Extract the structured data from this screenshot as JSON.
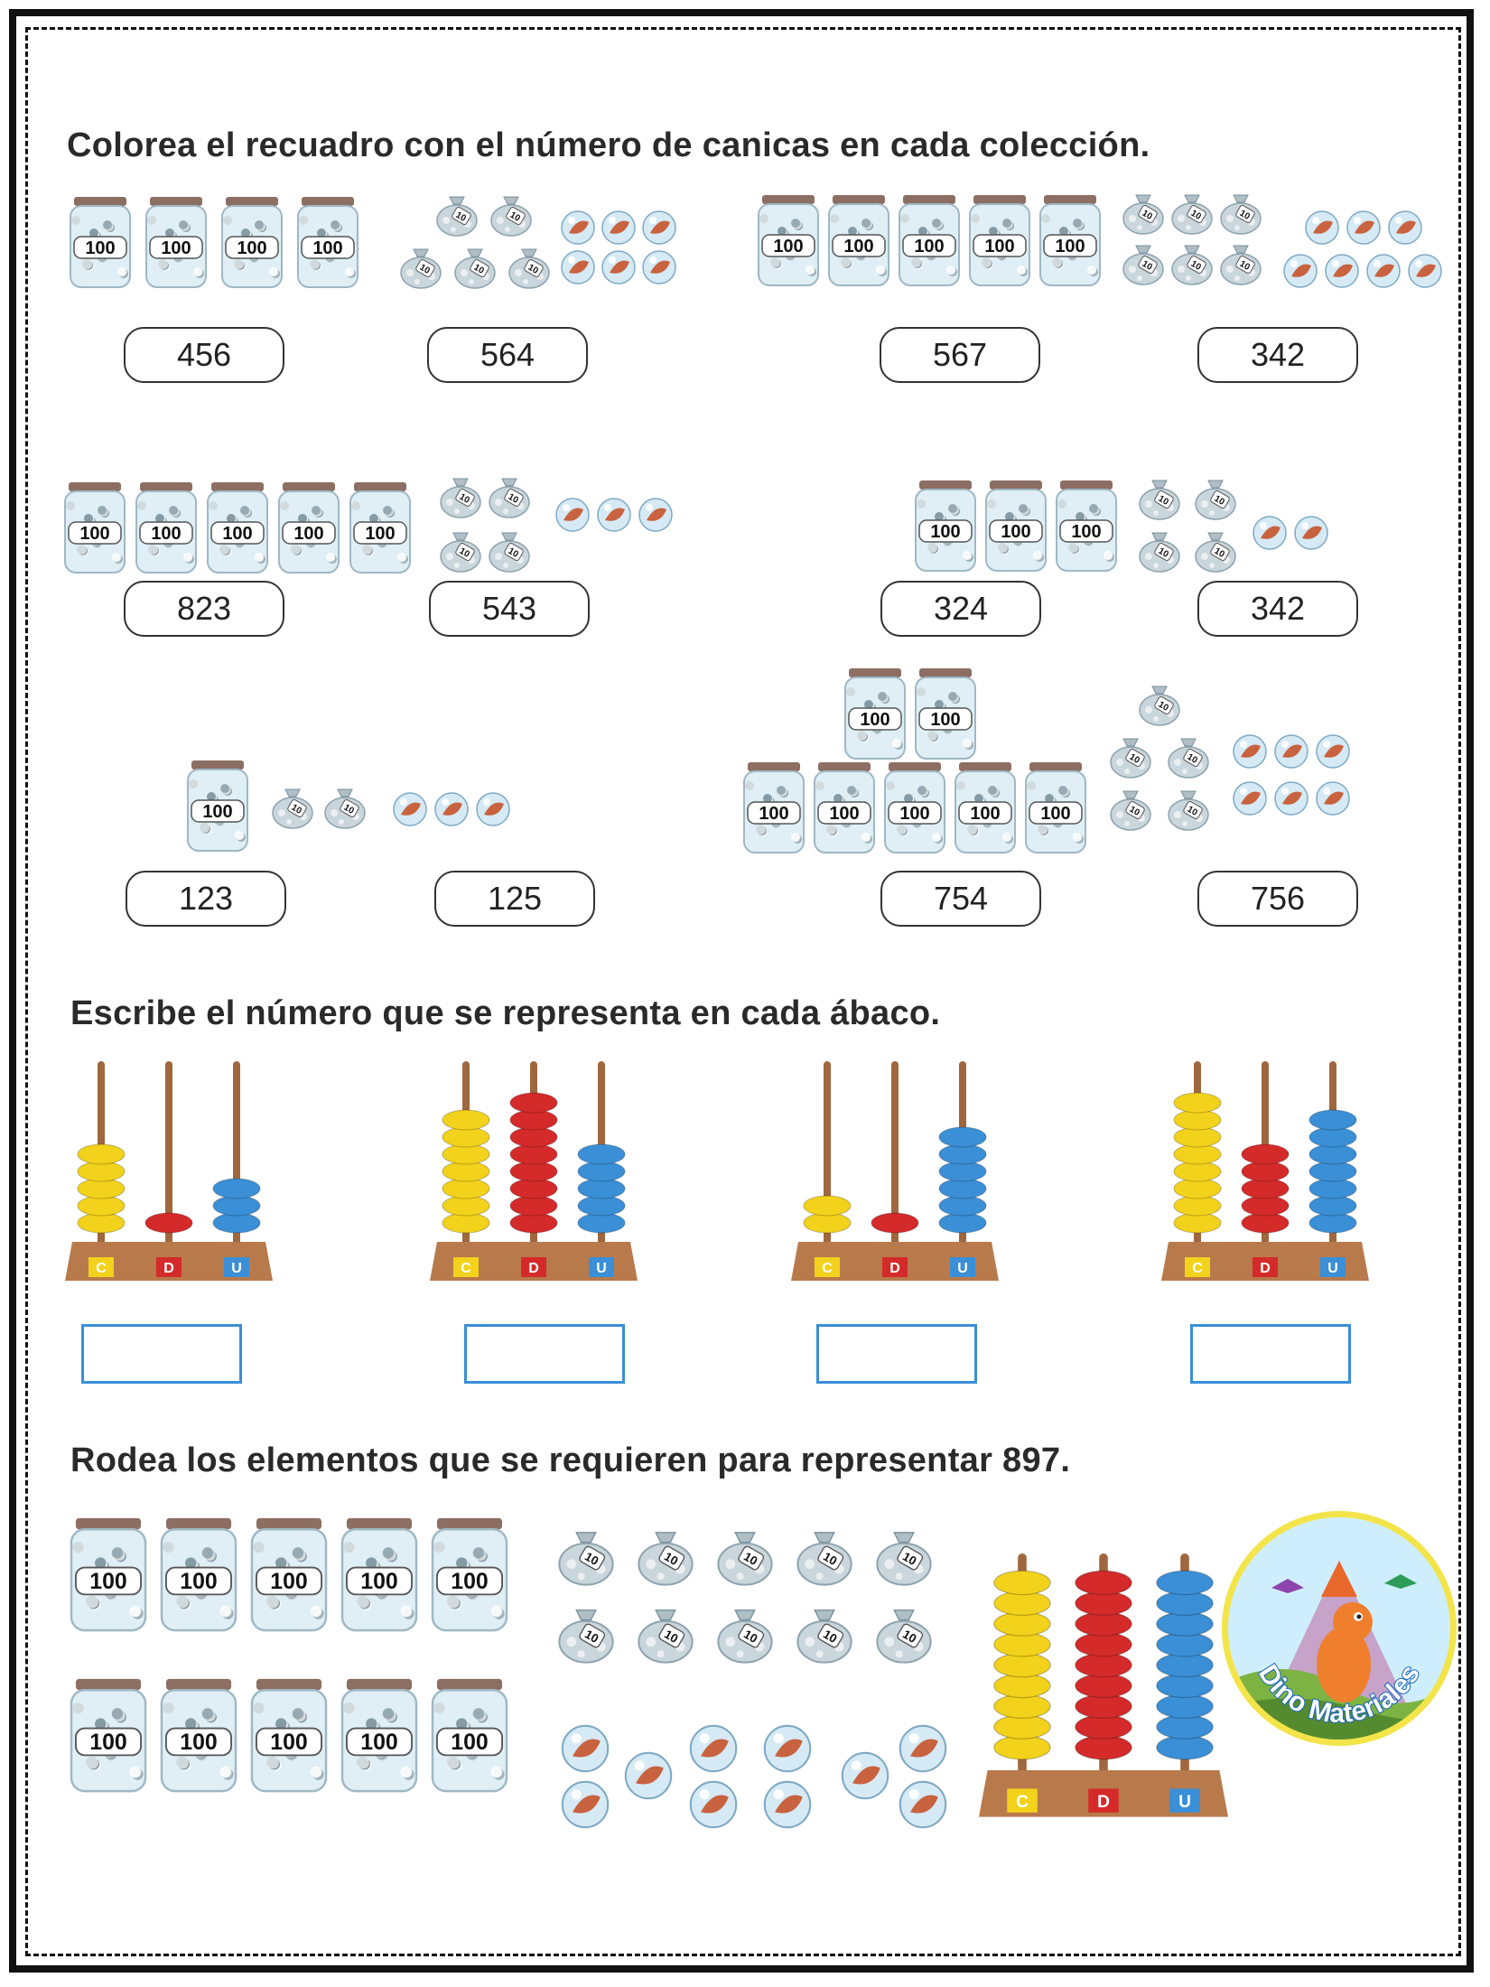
{
  "section1": {
    "instruction": "Colorea el recuadro con el número de canicas en cada colección.",
    "groups": [
      {
        "options": [
          "456",
          "564"
        ]
      },
      {
        "options": [
          "567",
          "342"
        ]
      },
      {
        "options": [
          "823",
          "543"
        ]
      },
      {
        "options": [
          "324",
          "342"
        ]
      },
      {
        "options": [
          "123",
          "125"
        ]
      },
      {
        "options": [
          "754",
          "756"
        ]
      }
    ]
  },
  "section2": {
    "instruction": "Escribe el número que se representa en cada ábaco.",
    "abaci": [
      {
        "c": 5,
        "d": 1,
        "u": 3
      },
      {
        "c": 7,
        "d": 8,
        "u": 5
      },
      {
        "c": 2,
        "d": 1,
        "u": 6
      },
      {
        "c": 8,
        "d": 5,
        "u": 7
      }
    ]
  },
  "section3": {
    "instruction": "Rodea los elementos que se requieren para representar 897.",
    "jars": 10,
    "bags": 10,
    "marbles": 10,
    "abacus": {
      "c": 9,
      "d": 9,
      "u": 9
    }
  },
  "labels": {
    "jar_value": "100",
    "bag_value": "10",
    "abacus_c": "C",
    "abacus_d": "D",
    "abacus_u": "U"
  },
  "logo": {
    "text": "Dino Materiales"
  },
  "colors": {
    "centenas": "#f2d21b",
    "decenas": "#d42a2a",
    "unidades": "#3a8fd6",
    "wood": "#b87a4b",
    "answer_box": "#3a8fd6"
  }
}
